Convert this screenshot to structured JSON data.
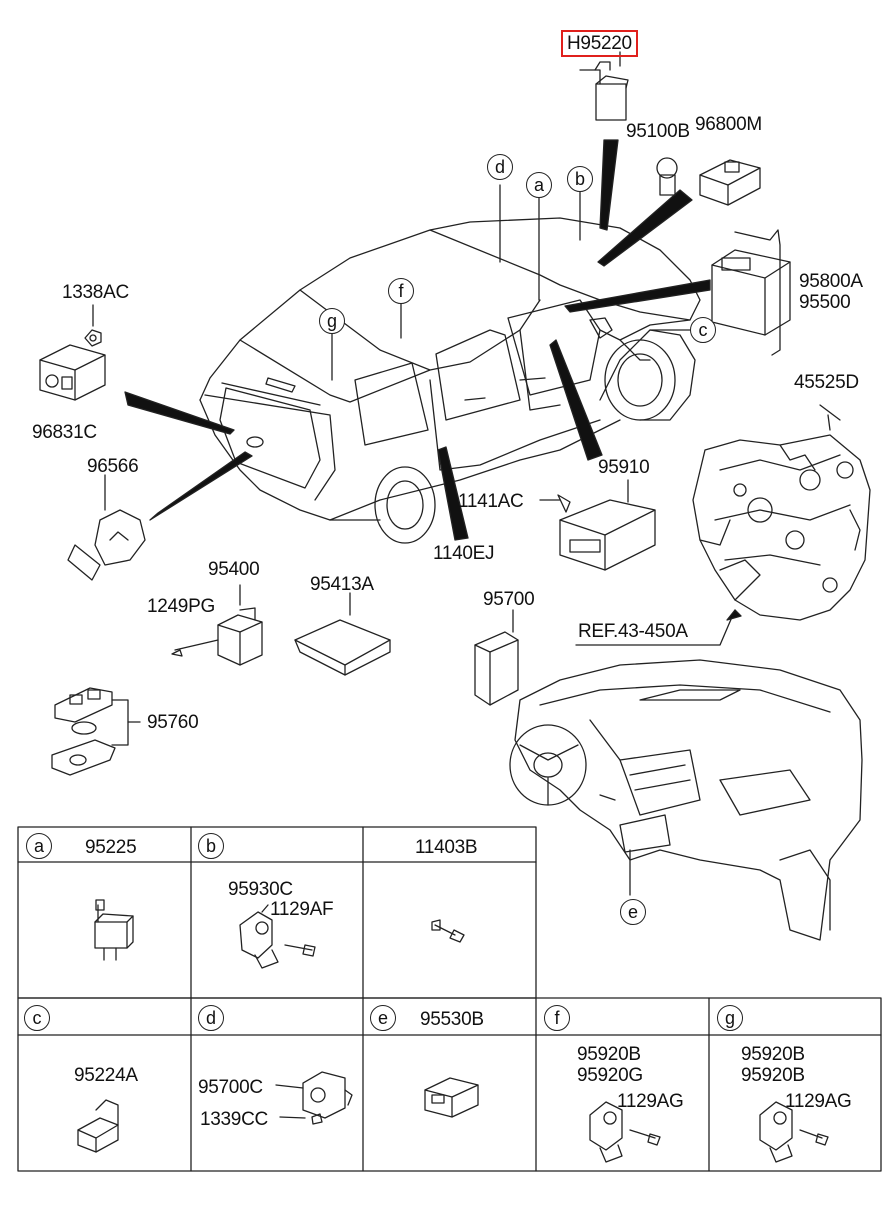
{
  "callouts": {
    "highlighted": "H95220",
    "c95100b": "95100B",
    "c96800m": "96800M",
    "c95800a": "95800A",
    "c95500": "95500",
    "c1338ac": "1338AC",
    "c96831c": "96831C",
    "c96566": "96566",
    "c45525d": "45525D",
    "c95910": "95910",
    "c1141ac": "1141AC",
    "c1140ej": "1140EJ",
    "c95400": "95400",
    "c1249pg": "1249PG",
    "c95413a": "95413A",
    "c95700": "95700",
    "ref": "REF.43-450A",
    "c95760": "95760"
  },
  "vehicle_markers": {
    "a": "a",
    "b": "b",
    "c": "c",
    "d": "d",
    "e": "e",
    "f": "f",
    "g": "g"
  },
  "table": {
    "row1": [
      {
        "letter": "a",
        "part": "95225"
      },
      {
        "letter": "b",
        "part": ""
      },
      {
        "letter": "",
        "part": "11403B"
      }
    ],
    "b_parts": [
      "95930C",
      "1129AF"
    ],
    "row2": [
      {
        "letter": "c",
        "part": ""
      },
      {
        "letter": "d",
        "part": ""
      },
      {
        "letter": "e",
        "part": "95530B"
      },
      {
        "letter": "f",
        "part": ""
      },
      {
        "letter": "g",
        "part": ""
      }
    ],
    "c_part": "95224A",
    "d_parts": [
      "95700C",
      "1339CC"
    ],
    "f_parts": [
      "95920B",
      "95920G",
      "1129AG"
    ],
    "g_parts": [
      "95920B",
      "95920B",
      "1129AG"
    ]
  }
}
